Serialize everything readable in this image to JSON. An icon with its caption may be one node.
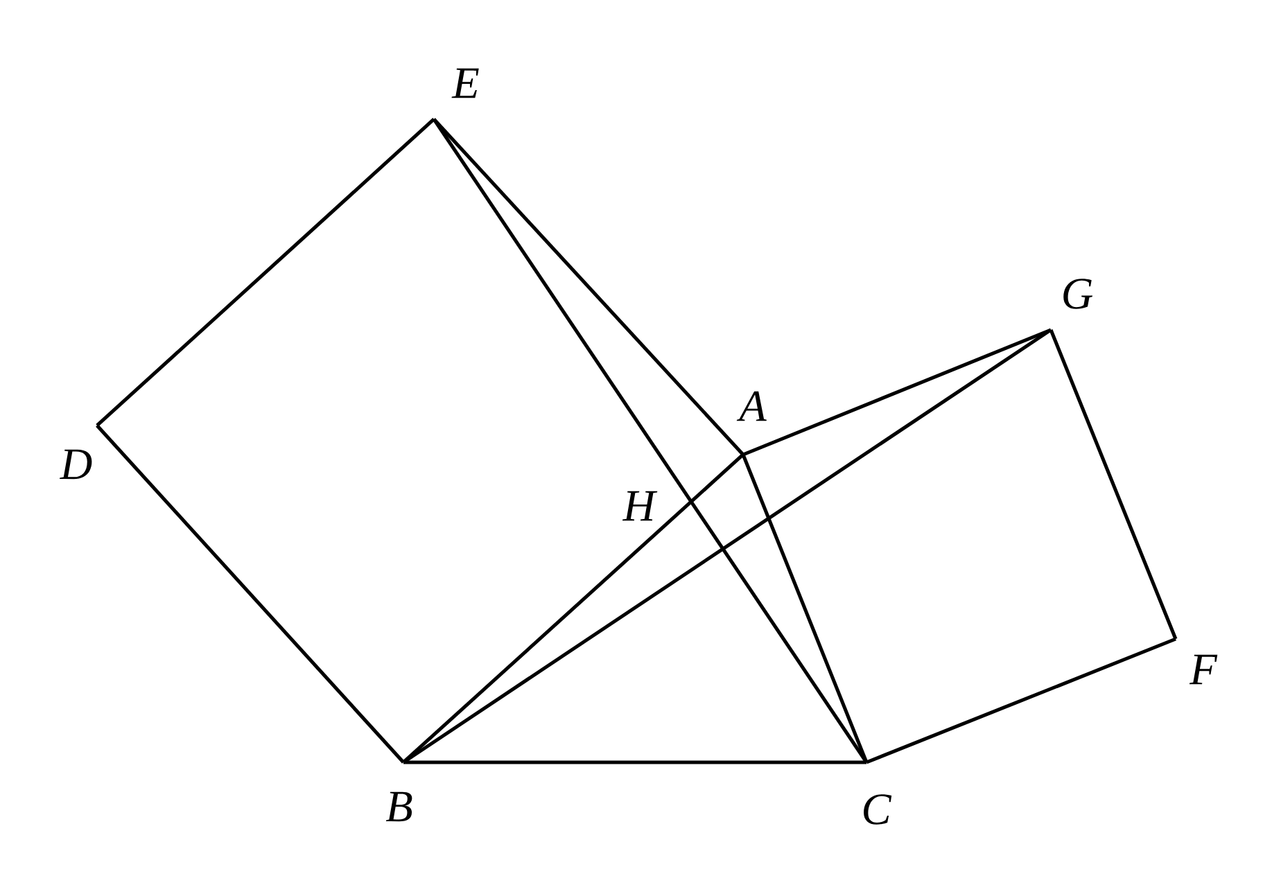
{
  "diagram": {
    "nodes": [
      {
        "text": [
          "E"
        ]
      },
      {
        "text": [
          "D"
        ]
      },
      {
        "text": [
          "A"
        ]
      },
      {
        "text": [
          "G"
        ]
      },
      {
        "text": [
          "H"
        ]
      },
      {
        "text": [
          "B"
        ]
      },
      {
        "text": [
          "C"
        ]
      },
      {
        "text": [
          "F"
        ]
      }
    ],
    "edges": [
      {
        "from": 0,
        "to": 1,
        "arrow": "none"
      },
      {
        "from": 1,
        "to": 5,
        "arrow": "none"
      },
      {
        "from": 0,
        "to": 2,
        "arrow": "none"
      },
      {
        "from": 0,
        "to": 6,
        "arrow": "none"
      },
      {
        "from": 5,
        "to": 2,
        "arrow": "none"
      },
      {
        "from": 5,
        "to": 6,
        "arrow": "none"
      },
      {
        "from": 5,
        "to": 3,
        "arrow": "none"
      },
      {
        "from": 2,
        "to": 6,
        "arrow": "none"
      },
      {
        "from": 2,
        "to": 3,
        "arrow": "none"
      },
      {
        "from": 3,
        "to": 7,
        "arrow": "none"
      },
      {
        "from": 7,
        "to": 6,
        "arrow": "none"
      }
    ]
  }
}
